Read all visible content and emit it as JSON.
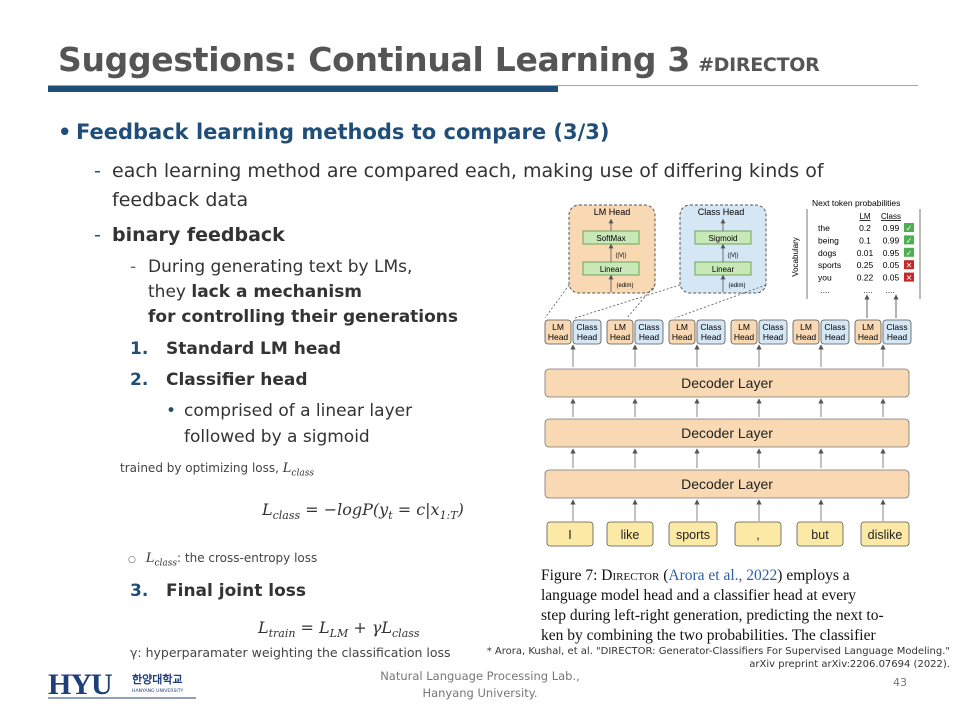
{
  "slide": {
    "title": "Suggestions: Continual Learning 3",
    "title_tag": "#DIRECTOR",
    "main_bullet": "Feedback learning methods to compare (3/3)",
    "item1_line1": "each learning method are compared each, making use of differing kinds of",
    "item1_line2": "feedback data",
    "item2": "binary feedback",
    "sub_line1": "During generating text by LMs,",
    "sub_line2_pre": "they ",
    "sub_line2_bold": "lack a mechanism",
    "sub_line3_bold": "for controlling their generations",
    "num1": "1.",
    "num1_label": "Standard LM head",
    "num2": "2.",
    "num2_label": "Classifier head",
    "classifier_line1": "comprised of a linear layer",
    "classifier_line2": "followed by a sigmoid",
    "trained_text": "trained by optimizing loss, ",
    "trained_symbol": "L",
    "trained_sub": "class",
    "eq1_lhs": "L",
    "eq1_lhs_sub": "class",
    "eq1_rhs": " = −logP(y",
    "eq1_rhs_sub": "t",
    "eq1_rhs_mid": " = c|x",
    "eq1_rhs_sub2": "1:T",
    "eq1_rhs_end": ")",
    "loss_note_symbol": "L",
    "loss_note_sub": "class",
    "loss_note_text": ": the cross-entropy loss",
    "num3": "3.",
    "num3_label": "Final joint loss",
    "eq2_lhs": "L",
    "eq2_lhs_sub": "train",
    "eq2_mid": " = L",
    "eq2_mid_sub": "LM",
    "eq2_plus": " + γL",
    "eq2_end_sub": "class",
    "gamma_note": "γ: hyperparamater weighting the classification loss"
  },
  "figure": {
    "next_token_title": "Next token probabilities",
    "col_lm": "LM",
    "col_class": "Class",
    "vocab_label": "Vocabulary",
    "rows": [
      {
        "word": "the",
        "lm": "0.2",
        "cls": "0.99",
        "ok": true
      },
      {
        "word": "being",
        "lm": "0.1",
        "cls": "0.99",
        "ok": true
      },
      {
        "word": "dogs",
        "lm": "0.01",
        "cls": "0.95",
        "ok": true
      },
      {
        "word": "sports",
        "lm": "0.25",
        "cls": "0.05",
        "ok": false
      },
      {
        "word": "you",
        "lm": "0.22",
        "cls": "0.05",
        "ok": false
      }
    ],
    "ellipsis": "....",
    "lm_head_title": "LM Head",
    "softmax": "SoftMax",
    "linear": "Linear",
    "v_label": "(|V|)",
    "edim_label": "(edim)",
    "class_head_title": "Class Head",
    "sigmoid": "Sigmoid",
    "head_lm": [
      "LM",
      "Head"
    ],
    "head_class": [
      "Class",
      "Head"
    ],
    "decoder_layer": "Decoder Layer",
    "tokens": [
      "I",
      "like",
      "sports",
      ",",
      "but",
      "dislike"
    ],
    "colors": {
      "orange_fill": "#f8d9b4",
      "orange_stroke": "#d89a5a",
      "blue_fill": "#d5e6f5",
      "blue_stroke": "#7a9cc0",
      "green_fill": "#c9e8b8",
      "green_stroke": "#6fa55a",
      "token_fill": "#fde9a6",
      "check": "#4caf50",
      "cross": "#c62828"
    }
  },
  "caption": {
    "line1_a": "Figure 7: ",
    "line1_sc": "Director",
    "line1_b": " (",
    "line1_link": "Arora et al., 2022",
    "line1_c": ") employs a",
    "line2": "language model head and a classifier head at every",
    "line3": "step during left-right generation, predicting the next to-",
    "line4": "ken by combining the two probabilities. The classifier"
  },
  "footer": {
    "footnote_line1": "* Arora, Kushal, et al. \"DIRECTOR: Generator-Classifiers For Supervised Language Modeling.\"",
    "footnote_line2": "arXiv preprint arXiv:2206.07694 (2022).",
    "lab_line1": "Natural Language Processing Lab.,",
    "lab_line2": "Hanyang University.",
    "page_number": "43",
    "logo_text": "HYU",
    "logo_korean": "한양대학교",
    "logo_english": "HANYANG UNIVERSITY"
  }
}
